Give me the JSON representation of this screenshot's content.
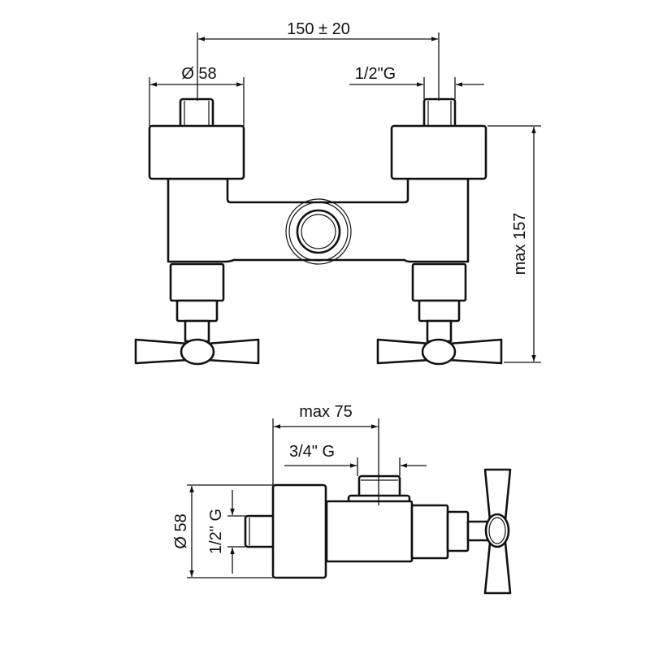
{
  "top_view": {
    "dim_centers": "150 ± 20",
    "dim_cap_diameter": "Ø 58",
    "dim_inlet_thread": "1/2\"G",
    "dim_height": "max 157"
  },
  "side_view": {
    "dim_depth": "max 75",
    "dim_outlet_thread": "3/4\" G",
    "dim_diameter": "Ø 58",
    "dim_inlet_thread": "1/2\" G"
  },
  "colors": {
    "line": "#111111",
    "background": "#ffffff"
  }
}
